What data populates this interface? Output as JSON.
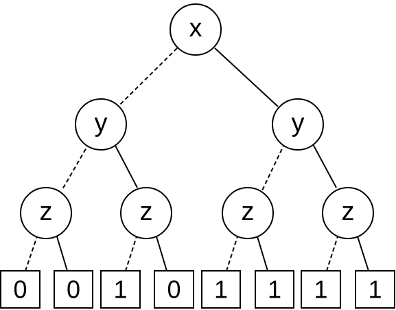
{
  "tree": {
    "root": {
      "label": "x",
      "low": {
        "label": "y",
        "low": {
          "label": "z",
          "low": {
            "leaf": "0"
          },
          "high": {
            "leaf": "0"
          }
        },
        "high": {
          "label": "z",
          "low": {
            "leaf": "1"
          },
          "high": {
            "leaf": "0"
          }
        }
      },
      "high": {
        "label": "y",
        "low": {
          "label": "z",
          "low": {
            "leaf": "1"
          },
          "high": {
            "leaf": "1"
          }
        },
        "high": {
          "label": "z",
          "low": {
            "leaf": "1"
          },
          "high": {
            "leaf": "1"
          }
        }
      }
    }
  },
  "edge_styles": {
    "low": "dashed",
    "high": "solid"
  }
}
